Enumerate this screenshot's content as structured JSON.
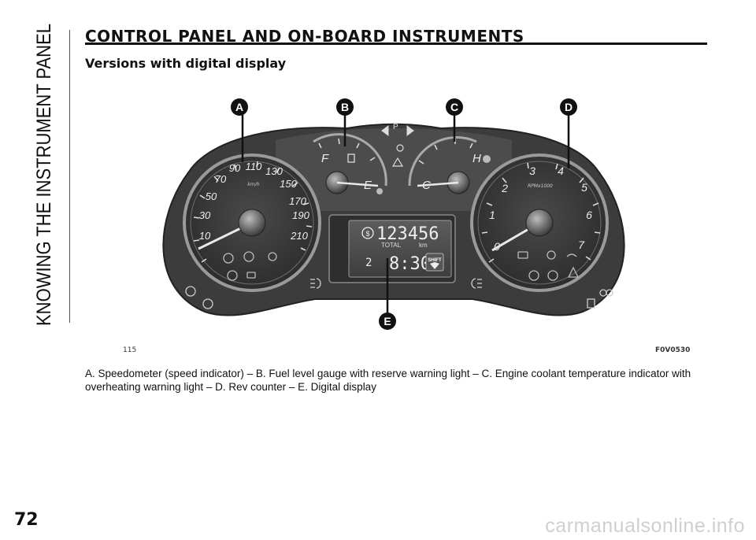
{
  "side_title": "KNOWING THE INSTRUMENT PANEL",
  "heading": "CONTROL PANEL AND ON-BOARD INSTRUMENTS",
  "subheading": "Versions with digital display",
  "figure": {
    "callouts": [
      "A",
      "B",
      "C",
      "D",
      "E"
    ],
    "number": "115",
    "code": "F0V0530",
    "speedometer": {
      "ticks": [
        "10",
        "30",
        "50",
        "70",
        "90",
        "110",
        "130",
        "150",
        "170",
        "190",
        "210"
      ],
      "unit": "km/h"
    },
    "rev_counter": {
      "ticks": [
        "0",
        "1",
        "2",
        "3",
        "4",
        "5",
        "6",
        "7"
      ],
      "unit": "RPMx1000"
    },
    "fuel_gauge": {
      "full": "F",
      "empty": "E"
    },
    "temp_gauge": {
      "hot": "H",
      "cold": "C"
    },
    "display": {
      "odometer": "123456",
      "odo_label": "TOTAL",
      "odo_unit": "km",
      "gear": "2",
      "clock": "8:30",
      "shift": "SHIFT"
    }
  },
  "caption": "A. Speedometer (speed indicator) – B. Fuel level gauge with reserve warning light – C. Engine coolant temperature indicator with overheating warning light – D. Rev counter – E. Digital display",
  "page_number": "72",
  "watermark": "carmanualsonline.info"
}
